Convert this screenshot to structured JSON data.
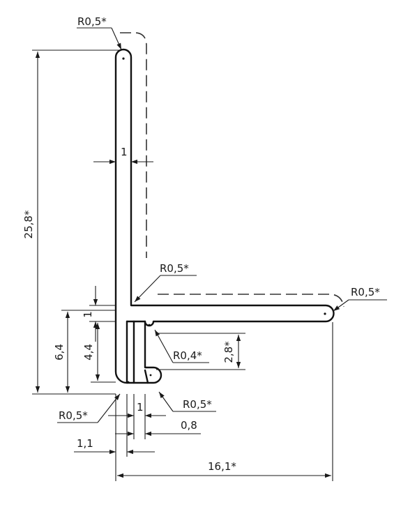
{
  "labels": {
    "top_radius": "R0,5*",
    "height_total": "25,8*",
    "web_thickness": "1",
    "inner_corner_radius": "R0,5*",
    "flange_end_radius": "R0,5*",
    "flange_thickness": "1",
    "height_64": "6,4",
    "height_44": "4,4",
    "small_radius": "R0,4*",
    "height_28": "2,8*",
    "bottom_left_radius": "R0,5*",
    "bottom_right_radius": "R0,5*",
    "bottom_gap_1": "1",
    "bottom_gap_08": "0,8",
    "bottom_width_11": "1,1",
    "width_total": "16,1*"
  }
}
